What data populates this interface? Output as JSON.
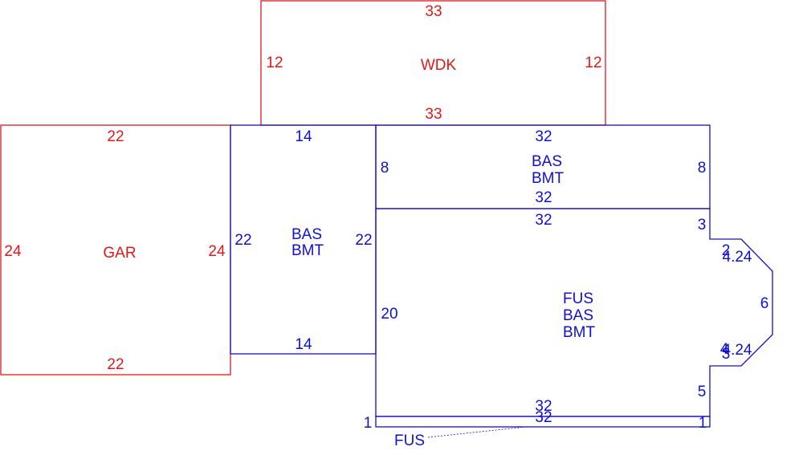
{
  "colors": {
    "red": "#e01818",
    "blue": "#1010d0"
  },
  "areas": {
    "wdk": {
      "label": "WDK",
      "top": "33",
      "bottom": "33",
      "left": "12",
      "right": "12"
    },
    "gar": {
      "label": "GAR",
      "top": "22",
      "bottom": "22",
      "left": "24",
      "right": "24"
    },
    "bas_left": {
      "label1": "BAS",
      "label2": "BMT",
      "top": "14",
      "bottom": "14",
      "left": "22",
      "right": "22"
    },
    "bas_top": {
      "label1": "BAS",
      "label2": "BMT",
      "top": "32",
      "bottom": "32",
      "left": "8",
      "right": "8"
    },
    "main": {
      "label1": "FUS",
      "label2": "BAS",
      "label3": "BMT",
      "top": "32",
      "bottom": "32",
      "left": "20",
      "right_upper": "3",
      "bay_top_short": "2",
      "bay_top_diag": "4.24",
      "bay_front": "6",
      "bay_bottom_diag": "4.24",
      "bay_bottom_short_a": "4",
      "bay_bottom_short_b": "3",
      "right_lower": "5"
    },
    "fus_strip": {
      "label": "FUS",
      "top": "32",
      "left": "1",
      "right": "1"
    }
  }
}
